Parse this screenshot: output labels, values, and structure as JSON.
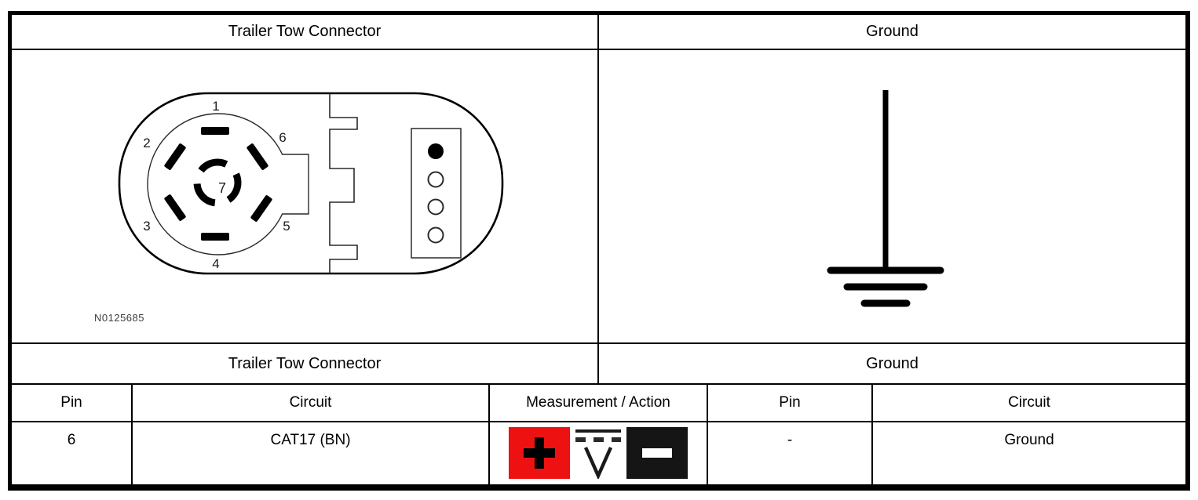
{
  "top_headers": {
    "left": "Trailer Tow Connector",
    "right": "Ground"
  },
  "section_headers": {
    "left": "Trailer Tow Connector",
    "right": "Ground"
  },
  "connector": {
    "figure_id": "N0125685",
    "pin_labels": [
      "1",
      "2",
      "3",
      "4",
      "5",
      "6",
      "7"
    ]
  },
  "columns": [
    "Pin",
    "Circuit",
    "Measurement / Action",
    "Pin",
    "Circuit"
  ],
  "row": {
    "left_pin": "6",
    "left_circuit": "CAT17 (BN)",
    "right_pin": "-",
    "right_circuit": "Ground"
  },
  "icons": {
    "positive_probe": "positive-probe-icon",
    "dc_voltage": "dc-voltmeter-icon",
    "negative_probe": "negative-probe-icon"
  },
  "colors": {
    "positive_red": "#ee1111",
    "negative_black": "#151515",
    "line_black": "#000000"
  }
}
